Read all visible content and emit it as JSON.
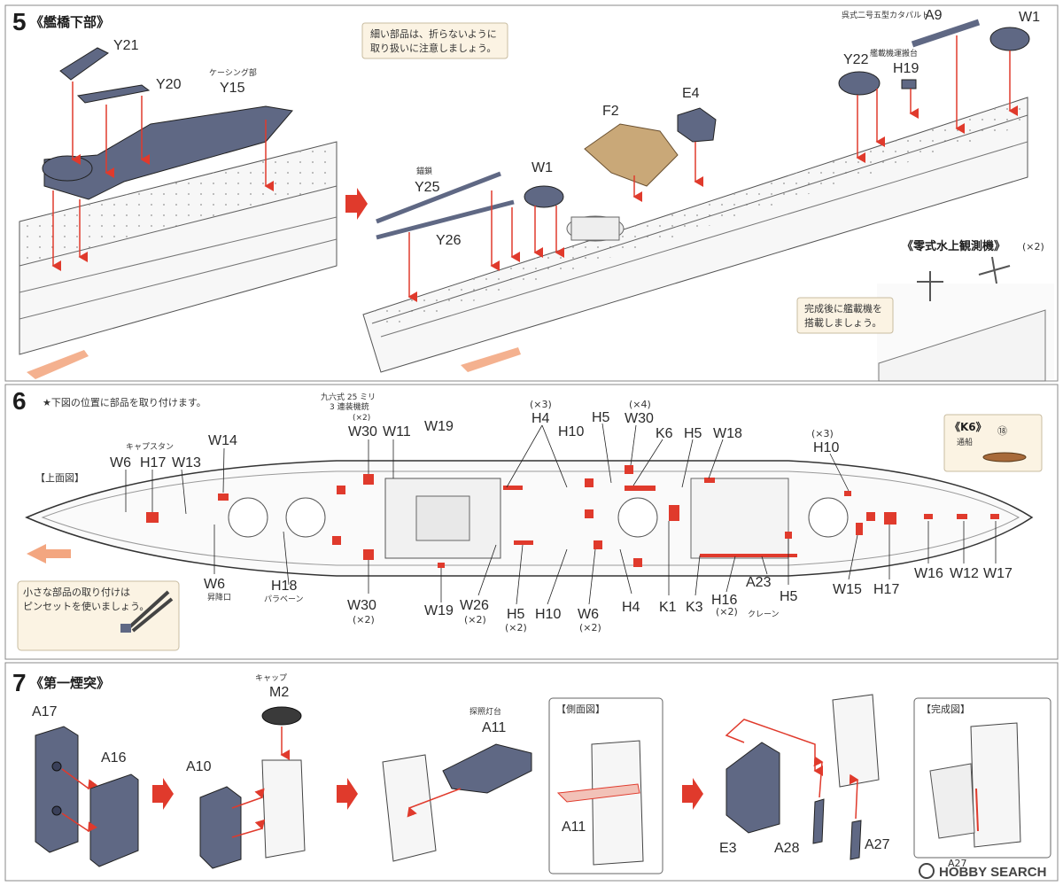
{
  "step5": {
    "number": "5",
    "title": "《艦橋下部》",
    "note": [
      "細い部品は、折らないように",
      "取り扱いに注意しましょう。"
    ],
    "caption_y15": "ケーシング部",
    "caption_y25": "錨鎖",
    "caption_a9": "呉式二号五型カタパルト",
    "caption_h19": "艦載機運搬台",
    "aircraft_title": "《零式水上観測機》",
    "aircraft_qty": "(×2)",
    "aircraft_note": [
      "完成後に艦載機を",
      "搭載しましょう。"
    ],
    "parts": {
      "y21": "Y21",
      "y20": "Y20",
      "y15": "Y15",
      "y25": "Y25",
      "y26": "Y26",
      "w1a": "W1",
      "f2": "F2",
      "e4": "E4",
      "y22": "Y22",
      "h19": "H19",
      "a9": "A9",
      "w1b": "W1"
    }
  },
  "step6": {
    "number": "6",
    "title": "★下図の位置に部品を取り付けます。",
    "top_view": "【上面図】",
    "capstan": "キャプスタン",
    "aa_gun": [
      "九六式 25 ミリ",
      "3 連装機銃",
      "(×2)"
    ],
    "hatch": "昇降口",
    "paravane": "パラベーン",
    "crane": "クレーン",
    "boat_title": "《K6》",
    "boat_caption": "通船",
    "boat_num": "⑱",
    "tweezer_note": [
      "小さな部品の取り付けは",
      "ピンセットを使いましょう。"
    ],
    "labels": {
      "w14": "W14",
      "w6": "W6",
      "h17": "H17",
      "w13": "W13",
      "w30": "W30",
      "w11": "W11",
      "w19": "W19",
      "h4": "H4",
      "h10": "H10",
      "h5": "H5",
      "k6": "K6",
      "w18": "W18",
      "w6b": "W6",
      "h18": "H18",
      "w26": "W26",
      "k1": "K1",
      "k3": "K3",
      "h16": "H16",
      "a23": "A23",
      "w15": "W15",
      "w16": "W16",
      "w12": "W12",
      "w17": "W17",
      "x2": "(×2)",
      "x3": "(×3)",
      "x4": "(×4)"
    }
  },
  "step7": {
    "number": "7",
    "title": "《第一煙突》",
    "cap": "キャップ",
    "searchlight": "探照灯台",
    "side_view": "【側面図】",
    "complete_view": "【完成図】",
    "parts": {
      "a17": "A17",
      "a16": "A16",
      "a10": "A10",
      "m2": "M2",
      "a11": "A11",
      "a11b": "A11",
      "e3": "E3",
      "a28": "A28",
      "a27": "A27",
      "a27b": "A27"
    }
  },
  "watermark": "HOBBY SEARCH",
  "colors": {
    "part_gray": "#5f6884",
    "part_tan": "#c9a878",
    "callout_red": "#e03a2c",
    "arrow_orange": "#f09060",
    "note_bg": "#fbf3e3"
  }
}
